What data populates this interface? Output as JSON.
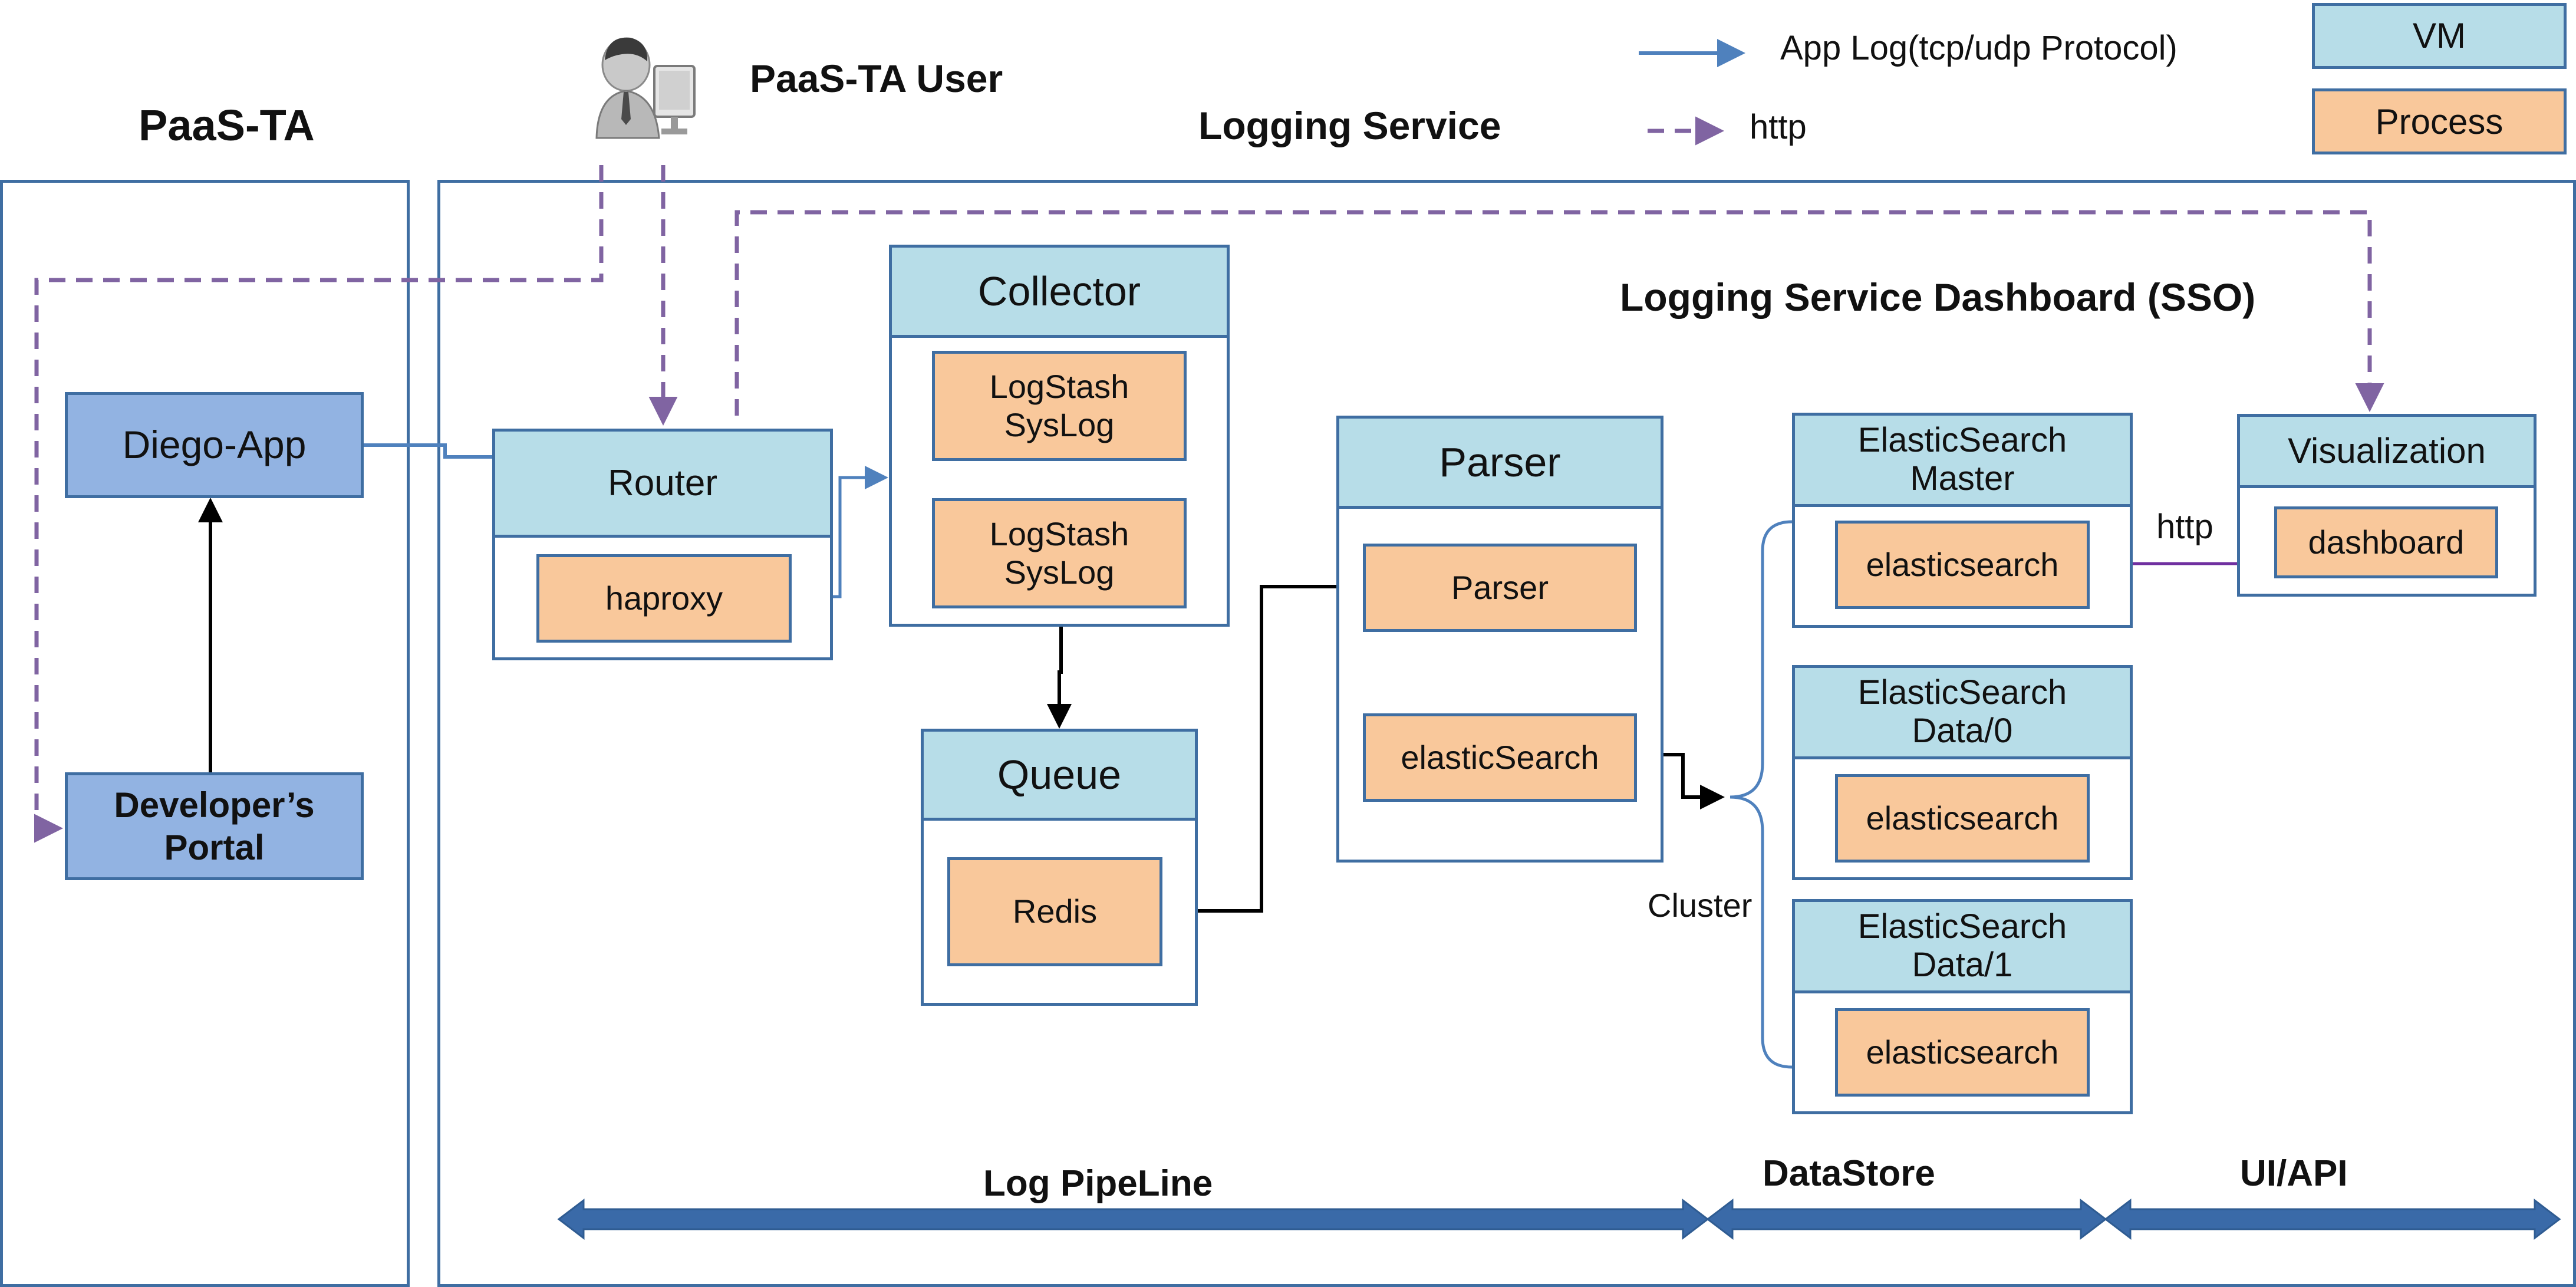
{
  "labels": {
    "paas_ta": "PaaS-TA",
    "paas_ta_user": "PaaS-TA User",
    "logging_service": "Logging Service",
    "dashboard_sso": "Logging Service Dashboard (SSO)",
    "http_small": "http",
    "cluster": "Cluster"
  },
  "legend": {
    "app_log": "App Log(tcp/udp Protocol)",
    "http": "http",
    "vm": "VM",
    "process": "Process"
  },
  "left": {
    "diego_app": "Diego-App",
    "developers_portal": "Developer’s\nPortal"
  },
  "router": {
    "title": "Router",
    "process": "haproxy"
  },
  "collector": {
    "title": "Collector",
    "process1": "LogStash\nSysLog",
    "process2": "LogStash\nSysLog"
  },
  "queue": {
    "title": "Queue",
    "process": "Redis"
  },
  "parser": {
    "title": "Parser",
    "process1": "Parser",
    "process2": "elasticSearch"
  },
  "es_master": {
    "title": "ElasticSearch\nMaster",
    "process": "elasticsearch"
  },
  "es_data0": {
    "title": "ElasticSearch\nData/0",
    "process": "elasticsearch"
  },
  "es_data1": {
    "title": "ElasticSearch\nData/1",
    "process": "elasticsearch"
  },
  "visualization": {
    "title": "Visualization",
    "process": "dashboard"
  },
  "bottom": {
    "log_pipeline": "Log PipeLine",
    "datastore": "DataStore",
    "ui_api": "UI/API"
  },
  "colors": {
    "vm_fill": "#b7dde8",
    "process_fill": "#f9c89b",
    "component_fill": "#92b3e2",
    "border": "#3f6ea2",
    "app_log_arrow": "#4f81bd",
    "http_arrow": "#8064a2",
    "band_arrow": "#3a6aa8"
  },
  "icons": {
    "user": "user-at-computer-icon"
  }
}
